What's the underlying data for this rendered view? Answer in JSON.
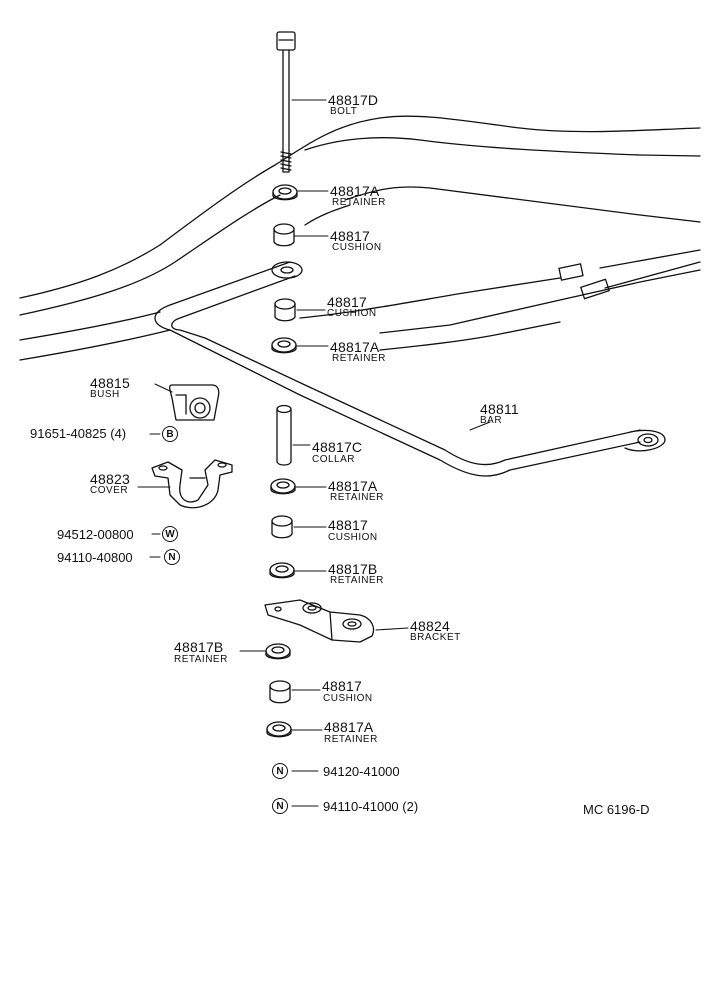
{
  "parts": {
    "bolt": {
      "number": "48817D",
      "name": "BOLT"
    },
    "retainer_top": {
      "number": "48817A",
      "name": "RETAINER"
    },
    "cushion_top": {
      "number": "48817",
      "name": "CUSHION"
    },
    "cushion_2": {
      "number": "48817",
      "name": "CUSHION"
    },
    "retainer_2": {
      "number": "48817A",
      "name": "RETAINER"
    },
    "bush": {
      "number": "48815",
      "name": "BUSH"
    },
    "bar": {
      "number": "48811",
      "name": "BAR"
    },
    "collar": {
      "number": "48817C",
      "name": "COLLAR"
    },
    "cover": {
      "number": "48823",
      "name": "COVER"
    },
    "retainer_3": {
      "number": "48817A",
      "name": "RETAINER"
    },
    "cushion_3": {
      "number": "48817",
      "name": "CUSHION"
    },
    "retainer_b1": {
      "number": "48817B",
      "name": "RETAINER"
    },
    "bracket": {
      "number": "48824",
      "name": "BRACKET"
    },
    "retainer_b2": {
      "number": "48817B",
      "name": "RETAINER"
    },
    "cushion_4": {
      "number": "48817",
      "name": "CUSHION"
    },
    "retainer_4": {
      "number": "48817A",
      "name": "RETAINER"
    }
  },
  "references": {
    "bolt_b": {
      "number": "91651-40825 (4)",
      "symbol": "B"
    },
    "washer_w": {
      "number": "94512-00800",
      "symbol": "W"
    },
    "nut_n1": {
      "number": "94110-40800",
      "symbol": "N"
    },
    "nut_n2": {
      "number": "94120-41000",
      "symbol": "N"
    },
    "nut_n3": {
      "number": "94110-41000  (2)",
      "symbol": "N"
    }
  },
  "diagram_code": "MC 6196-D"
}
